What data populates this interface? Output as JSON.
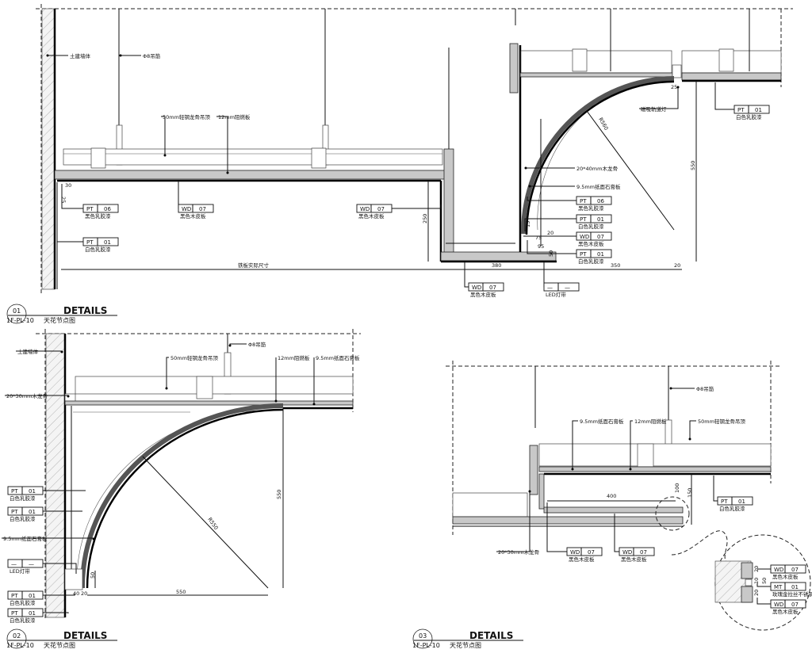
{
  "drawing": {
    "sheet_ref": "1F-PL-10",
    "heading": "DETAILS",
    "subtitle": "天花节点图"
  },
  "details": [
    {
      "number": "01",
      "notes": [
        "土建墙体",
        "Φ8吊筋",
        "50mm轻钢龙骨吊顶",
        "12mm阻燃板",
        "20*40mm木龙骨",
        "9.5mm纸面石膏板",
        "磁吸轨道灯",
        "铁板实际尺寸"
      ],
      "tags": [
        {
          "code": "PT",
          "num": "06",
          "desc": "黑色乳胶漆"
        },
        {
          "code": "WD",
          "num": "07",
          "desc": "黑色木皮板"
        },
        {
          "code": "PT",
          "num": "01",
          "desc": "白色乳胶漆"
        },
        {
          "code": "WD",
          "num": "07",
          "desc": "黑色木皮板"
        },
        {
          "code": "PT",
          "num": "01",
          "desc": "白色乳胶漆"
        },
        {
          "code": "PT",
          "num": "06",
          "desc": "黑色乳胶漆"
        },
        {
          "code": "PT",
          "num": "01",
          "desc": "白色乳胶漆"
        },
        {
          "code": "WD",
          "num": "07",
          "desc": "黑色木皮板"
        },
        {
          "code": "PT",
          "num": "01",
          "desc": "白色乳胶漆"
        },
        {
          "code": "WD",
          "num": "07",
          "desc": "黑色木皮板"
        },
        {
          "code": "—",
          "num": "—",
          "desc": "LED灯带"
        }
      ],
      "dims": [
        "30",
        "25",
        "250",
        "R560",
        "550",
        "25",
        "15",
        "75",
        "20",
        "95",
        "50",
        "380",
        "350",
        "20"
      ]
    },
    {
      "number": "02",
      "notes": [
        "土建墙体",
        "Φ8吊筋",
        "50mm轻钢龙骨吊顶",
        "12mm阻燃板",
        "9.5mm纸面石膏板",
        "20*30mm木龙骨",
        "9.5mm纸面石膏板"
      ],
      "tags": [
        {
          "code": "PT",
          "num": "01",
          "desc": "白色乳胶漆"
        },
        {
          "code": "PT",
          "num": "01",
          "desc": "白色乳胶漆"
        },
        {
          "code": "—",
          "num": "—",
          "desc": "LED灯带"
        },
        {
          "code": "PT",
          "num": "01",
          "desc": "白色乳胶漆"
        },
        {
          "code": "PT",
          "num": "01",
          "desc": "白色乳胶漆"
        }
      ],
      "dims": [
        "550",
        "R550",
        "550",
        "50",
        "40",
        "20"
      ]
    },
    {
      "number": "03",
      "notes": [
        "Φ8吊筋",
        "9.5mm纸面石膏板",
        "12mm阻燃板",
        "50mm轻钢龙骨吊顶",
        "20*30mm木龙骨"
      ],
      "tags": [
        {
          "code": "PT",
          "num": "01",
          "desc": "白色乳胶漆"
        },
        {
          "code": "WD",
          "num": "07",
          "desc": "黑色木皮板"
        },
        {
          "code": "WD",
          "num": "07",
          "desc": "黑色木皮板"
        },
        {
          "code": "WD",
          "num": "07",
          "desc": "黑色木皮板"
        },
        {
          "code": "MT",
          "num": "01",
          "desc": "玫瑰金拉丝不锈钢"
        },
        {
          "code": "WD",
          "num": "07",
          "desc": "黑色木皮板"
        }
      ],
      "dims": [
        "400",
        "100",
        "150",
        "20",
        "10",
        "20",
        "50"
      ]
    }
  ]
}
